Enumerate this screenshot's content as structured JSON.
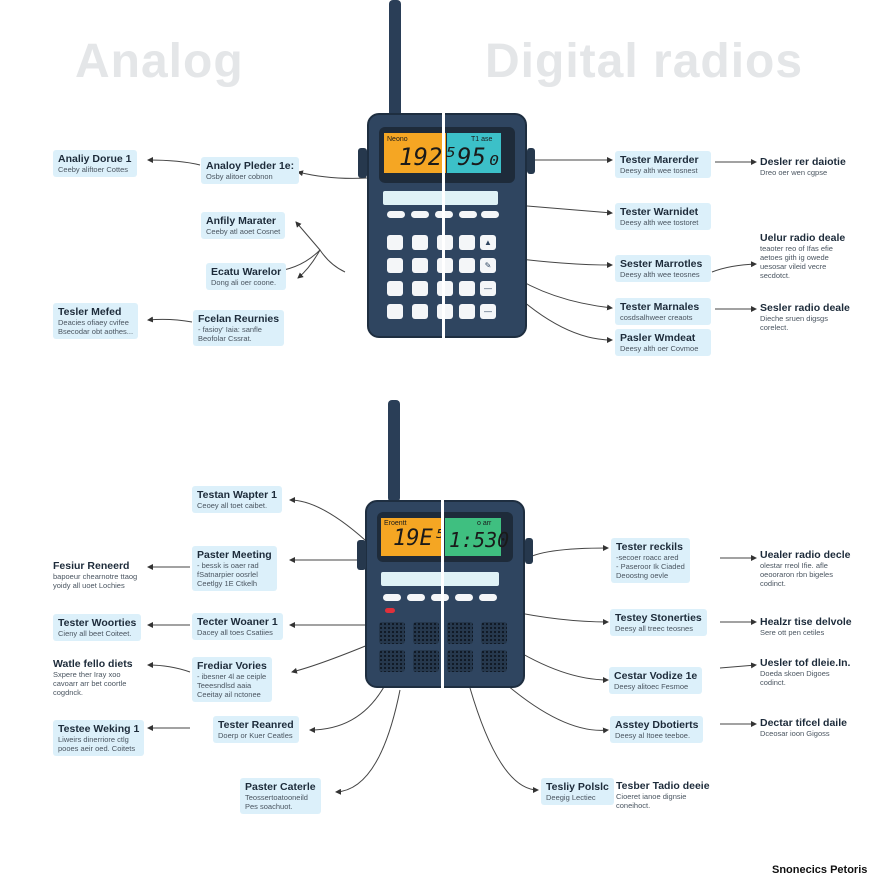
{
  "titles": {
    "analog": "Analog",
    "digital": "Digital radios"
  },
  "top_radio": {
    "left_label": "Neono",
    "left_digits": "192⁵",
    "right_label": "T1 ase",
    "right_digits": "95₀",
    "lcd_left_color": "#f5a623",
    "lcd_right_color": "#3cc0c8",
    "keys": [
      "▲",
      "✎",
      "—",
      "—"
    ]
  },
  "bottom_radio": {
    "left_label": "Eroentt",
    "left_digits": "19E⁵",
    "right_label": "o arr",
    "right_digits": "1:530",
    "lcd_left_color": "#f5a623",
    "lcd_right_color": "#3fbf80",
    "led_color": "#e0303a"
  },
  "top_left": [
    {
      "title": "Analiy Dorue 1",
      "desc": "Ceeby aliftoer Cottes"
    },
    {
      "title": "Analoy Pleder 1e:",
      "desc": "Osby alitoer cobnon"
    },
    {
      "title": "Anfily Marater",
      "desc": "Ceeby atl aoet Cosnet"
    },
    {
      "title": "Ecatu Warelor",
      "desc": "Dong ali oer coone."
    },
    {
      "title": "Tesler Mefed",
      "desc": "Deacies ofiaey cvifee\nBsecodar obt aothes..."
    },
    {
      "title": "Fcelan Reurnies",
      "desc": "- fasioy' Iaia: sanfle\nBeofolar Cssrat."
    }
  ],
  "top_right": [
    {
      "title": "Tester Marerder",
      "desc": "Deesy alth wee tosnest"
    },
    {
      "title": "Tester Warnidet",
      "desc": "Deesy alth wee tostoret"
    },
    {
      "title": "Sester Marrotles",
      "desc": "Deesy alth wee teosnes"
    },
    {
      "title": "Tester Marnales",
      "desc": "cosdsalhweer creaots"
    },
    {
      "title": "Pasler Wmdeat",
      "desc": "Deesy alth oer Covmoe"
    }
  ],
  "top_notes": [
    {
      "title": "Desler rer daiotie",
      "desc": "Dreo oer wen cgpse"
    },
    {
      "title": "Uelur radio deale",
      "desc": "teaoter reo of Ifas efie\naetoes gith ig owede\nuesosar vileid vecre\nsecdotct."
    },
    {
      "title": "Sesler radio deale",
      "desc": "Dieche sruen digsgs\ncorelect."
    }
  ],
  "bottom_left": [
    {
      "title": "Testan Wapter 1",
      "desc": "Ceoey all toet caibet."
    },
    {
      "title": "Paster Meeting",
      "desc": "- bessk is oaer rad\nfSatnarpier oosrlel\nCeetlgy 1E Ctkelh"
    },
    {
      "title": "Fesiur Reneerd",
      "desc": "bapoeur chearnotre ttaog\nyoidy all uoet Lochies"
    },
    {
      "title": "Tester Woorties",
      "desc": "Cieny all beet Coiteet."
    },
    {
      "title": "Tecter Woaner 1",
      "desc": "Dacey all toes Csatiies"
    },
    {
      "title": "Watle fello diets",
      "desc": "Sxpere ther Iray xoo\ncavoarr arr bet coortle\ncogdnck."
    },
    {
      "title": "Frediar Vories",
      "desc": "- ibesner 4l ae ceiple\nTeeesndlsd aaia\nCeeitay ail nctonee"
    },
    {
      "title": "Testee Weking 1",
      "desc": "Liweirs dinerriore ctlg\npooes aeir oed. Coitets"
    },
    {
      "title": "Tester Reanred",
      "desc": "Doerp or Kuer Ceatles"
    },
    {
      "title": "Paster Caterle",
      "desc": "Teossertoatooneild\nPes soachuot."
    }
  ],
  "bottom_right": [
    {
      "title": "Tester reckils",
      "desc": "-secoer roacc ared\n- Paseroor Ik Ciaded\nDeoostng oevle"
    },
    {
      "title": "Testey Stonerties",
      "desc": "Deesy all treec teosnes"
    },
    {
      "title": "Cestar Vodize 1e",
      "desc": "Deesy alitoec Fesmoe"
    },
    {
      "title": "Asstey Dbotierts",
      "desc": "Deesy al Itoee teeboe."
    },
    {
      "title": "Tesliy Polslc",
      "desc": "Deegig Lectiec"
    },
    {
      "title": "Tesber Tadio deeie",
      "desc": "Cioeret ianoe dignsie\nconeihoct."
    }
  ],
  "bottom_notes": [
    {
      "title": "Uealer radio decle",
      "desc": "olestar rreol Ifie. afle\noeooraron rbn bigeles\ncodinct."
    },
    {
      "title": "Healzr tise delvole",
      "desc": "Sere ott pen cetiles"
    },
    {
      "title": "Uesler tof dleie.In.",
      "desc": "Doeda skoen Digoes\ncodinct."
    },
    {
      "title": "Dectar tifcel daile",
      "desc": "Dceosar ioon Gigoss"
    }
  ],
  "footer": "Snonecics Petoris"
}
